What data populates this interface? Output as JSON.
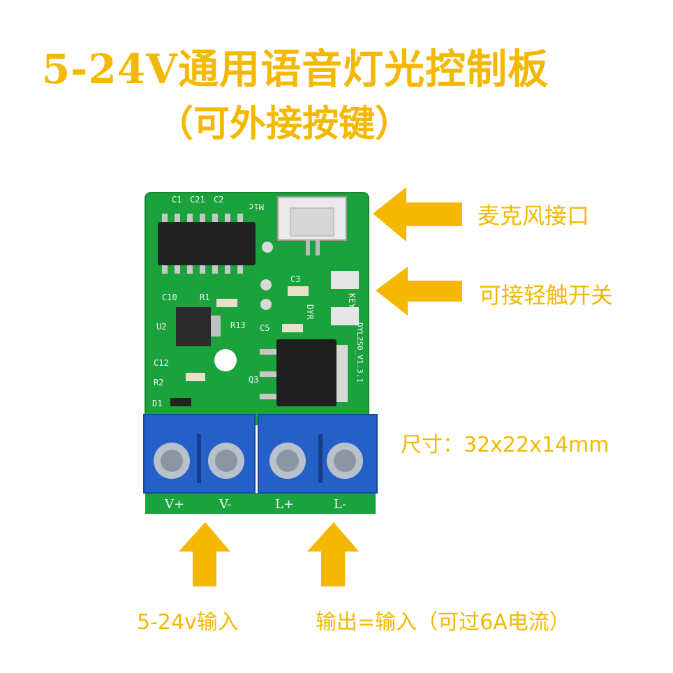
{
  "title": "5-24V通用语音灯光控制板",
  "subtitle": "（可外接按键）",
  "labels": {
    "mic": "麦克风接口",
    "key_switch": "可接轻触开关",
    "size": "尺寸：32x22x14mm",
    "input": "5-24v输入",
    "output": "输出=输入（可过6A电流）"
  },
  "board": {
    "terminal_labels": [
      "V+",
      "V-",
      "L+",
      "L-"
    ],
    "silkscreen": {
      "mic": "Mic",
      "key": "KEY",
      "dyr": "DYR",
      "version": "DYL2S0_V1.3.1",
      "u2": "U2",
      "q3": "Q3",
      "c1": "C1",
      "c2": "C2",
      "c21": "C21",
      "c3": "C3",
      "c5": "C5",
      "c10": "C10",
      "c12": "C12",
      "r1": "R1",
      "r2": "R2",
      "r13": "R13",
      "d1": "D1"
    }
  },
  "colors": {
    "accent": "#f5b800",
    "pcb": "#1aa33c",
    "terminal": "#2460c8"
  }
}
